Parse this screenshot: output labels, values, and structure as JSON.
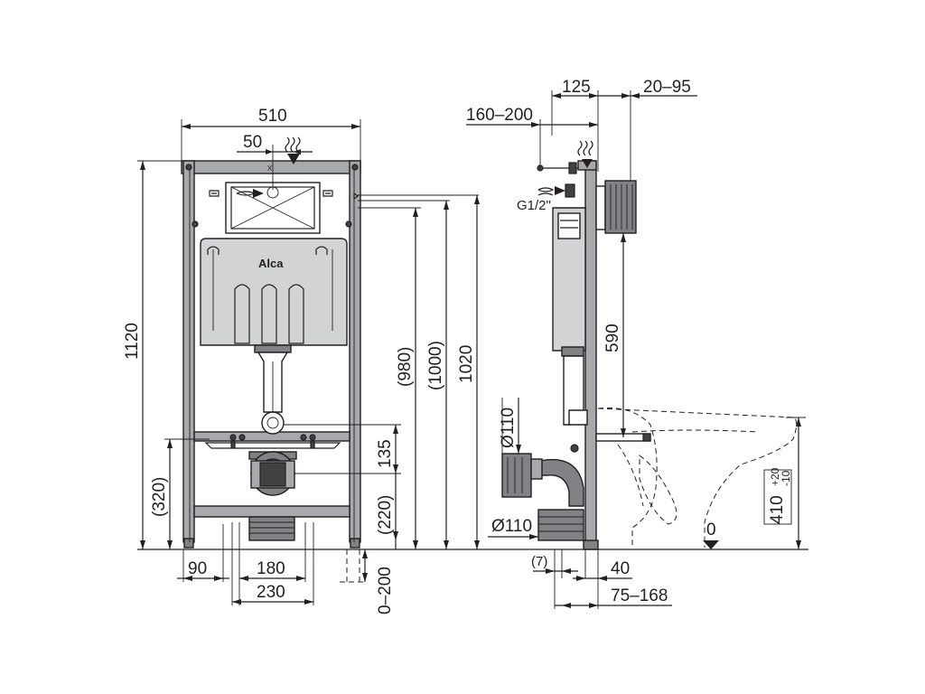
{
  "front_view": {
    "width_label": "510",
    "offset_label": "50",
    "height_label": "1120",
    "dim_980": "(980)",
    "dim_1000": "(1000)",
    "dim_1020": "1020",
    "dim_320": "(320)",
    "dim_135": "135",
    "dim_220": "(220)",
    "dim_90": "90",
    "dim_180": "180",
    "dim_230": "230",
    "dim_adjust": "0–200",
    "brand": "Alca"
  },
  "side_view": {
    "dim_125": "125",
    "dim_20_95": "20–95",
    "dim_160_200": "160–200",
    "thread_label": "G1/2\"",
    "dim_590": "590",
    "pipe_110_top": "Ø110",
    "pipe_110_bottom": "Ø110",
    "dim_7": "(7)",
    "dim_40": "40",
    "dim_75_168": "75–168",
    "floor_zero": "0",
    "seat_height": "410",
    "tol_plus": "+20",
    "tol_minus": "-10"
  }
}
